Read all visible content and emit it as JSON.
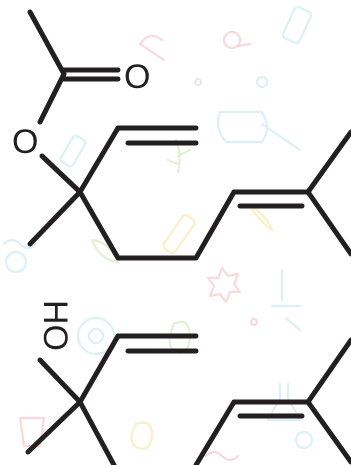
{
  "background_colors": [
    "#f4b9bb",
    "#bfe3ee",
    "#f6e39a",
    "#c9e6b5",
    "#d9d2e9"
  ],
  "bond_color": "#231f20",
  "molecules": [
    {
      "name": "linalyl-acetate",
      "labels": [
        "O",
        "O"
      ]
    },
    {
      "name": "linalool",
      "labels": [
        "HO"
      ]
    }
  ]
}
